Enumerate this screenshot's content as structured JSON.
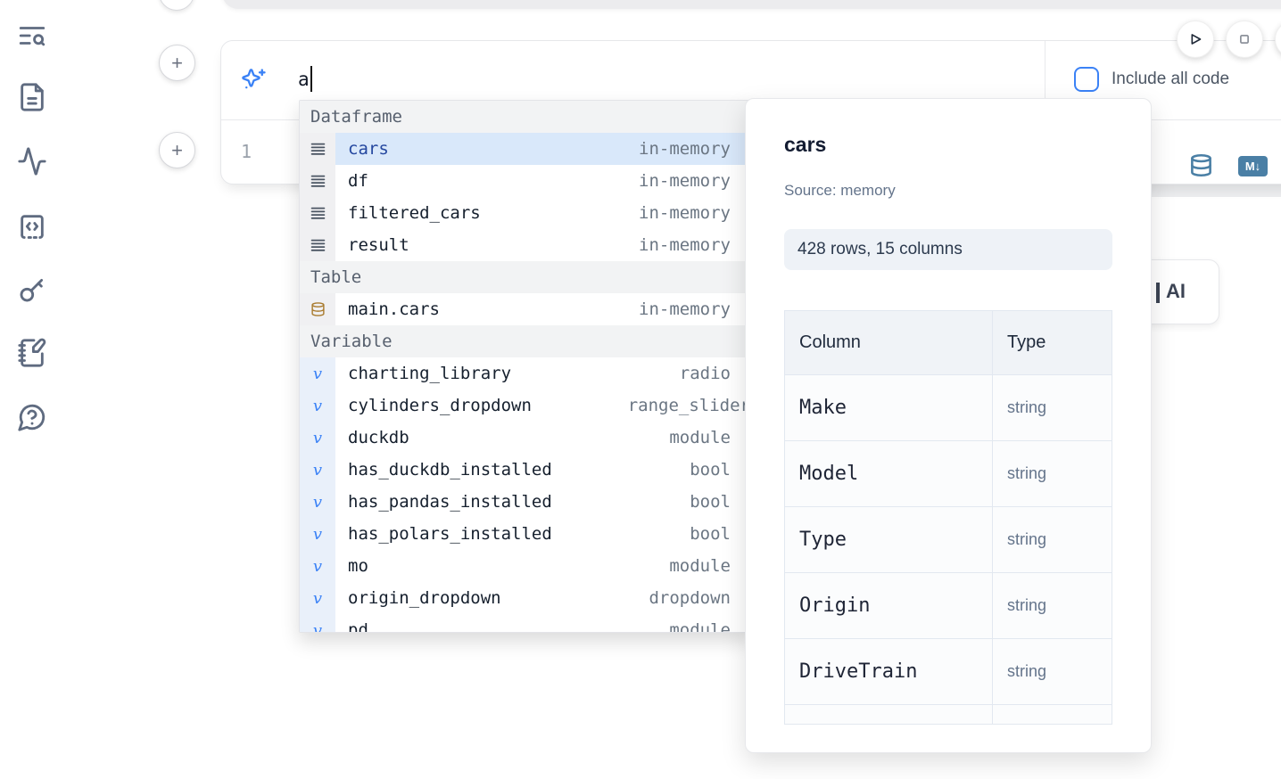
{
  "colors": {
    "accent": "#3b82f6",
    "selected_item_bg": "#d9e8fa",
    "selected_item_text": "#24479f",
    "sidebar_icon": "#5f6b80",
    "steel_blue_icon": "#4a7fa5",
    "table_icon_amber": "#a97b2e"
  },
  "sidebar": {
    "icons": [
      "text-search-icon",
      "file-document-icon",
      "activity-icon",
      "snippets-code-icon",
      "key-icon",
      "notebook-pen-icon",
      "help-chat-icon"
    ]
  },
  "toolbar": {
    "run_icon": "play-icon",
    "stop_icon": "stop-icon"
  },
  "ai_cell": {
    "prompt_value": "a",
    "include_all_code_label": "Include all code",
    "line_number": "1",
    "tool_icons": [
      "database-icon",
      "markdown-icon"
    ],
    "markdown_badge_text": "M↓"
  },
  "autocomplete": {
    "sections": [
      {
        "label": "Dataframe",
        "kind": "df",
        "icon": "dataframe",
        "items": [
          {
            "name": "cars",
            "meta": "in-memory",
            "selected": true
          },
          {
            "name": "df",
            "meta": "in-memory"
          },
          {
            "name": "filtered_cars",
            "meta": "in-memory"
          },
          {
            "name": "result",
            "meta": "in-memory"
          }
        ]
      },
      {
        "label": "Table",
        "kind": "table",
        "icon": "table",
        "items": [
          {
            "name": "main.cars",
            "meta": "in-memory"
          }
        ]
      },
      {
        "label": "Variable",
        "kind": "var",
        "icon": "variable",
        "items": [
          {
            "name": "charting_library",
            "meta": "radio"
          },
          {
            "name": "cylinders_dropdown",
            "meta": "range_slider",
            "meta_overflow": true
          },
          {
            "name": "duckdb",
            "meta": "module"
          },
          {
            "name": "has_duckdb_installed",
            "meta": "bool"
          },
          {
            "name": "has_pandas_installed",
            "meta": "bool"
          },
          {
            "name": "has_polars_installed",
            "meta": "bool"
          },
          {
            "name": "mo",
            "meta": "module"
          },
          {
            "name": "origin_dropdown",
            "meta": "dropdown"
          },
          {
            "name": "pd",
            "meta": "module",
            "partial": true
          }
        ]
      }
    ]
  },
  "dataframe_popup": {
    "title": "cars",
    "source": "Source: memory",
    "shape_badge": "428 rows, 15 columns",
    "table": {
      "headers": [
        "Column",
        "Type"
      ],
      "rows": [
        {
          "column": "Make",
          "type": "string"
        },
        {
          "column": "Model",
          "type": "string"
        },
        {
          "column": "Type",
          "type": "string"
        },
        {
          "column": "Origin",
          "type": "string"
        },
        {
          "column": "DriveTrain",
          "type": "string"
        }
      ],
      "has_partial_next_row": true
    }
  },
  "ai_button": {
    "label": "AI"
  }
}
